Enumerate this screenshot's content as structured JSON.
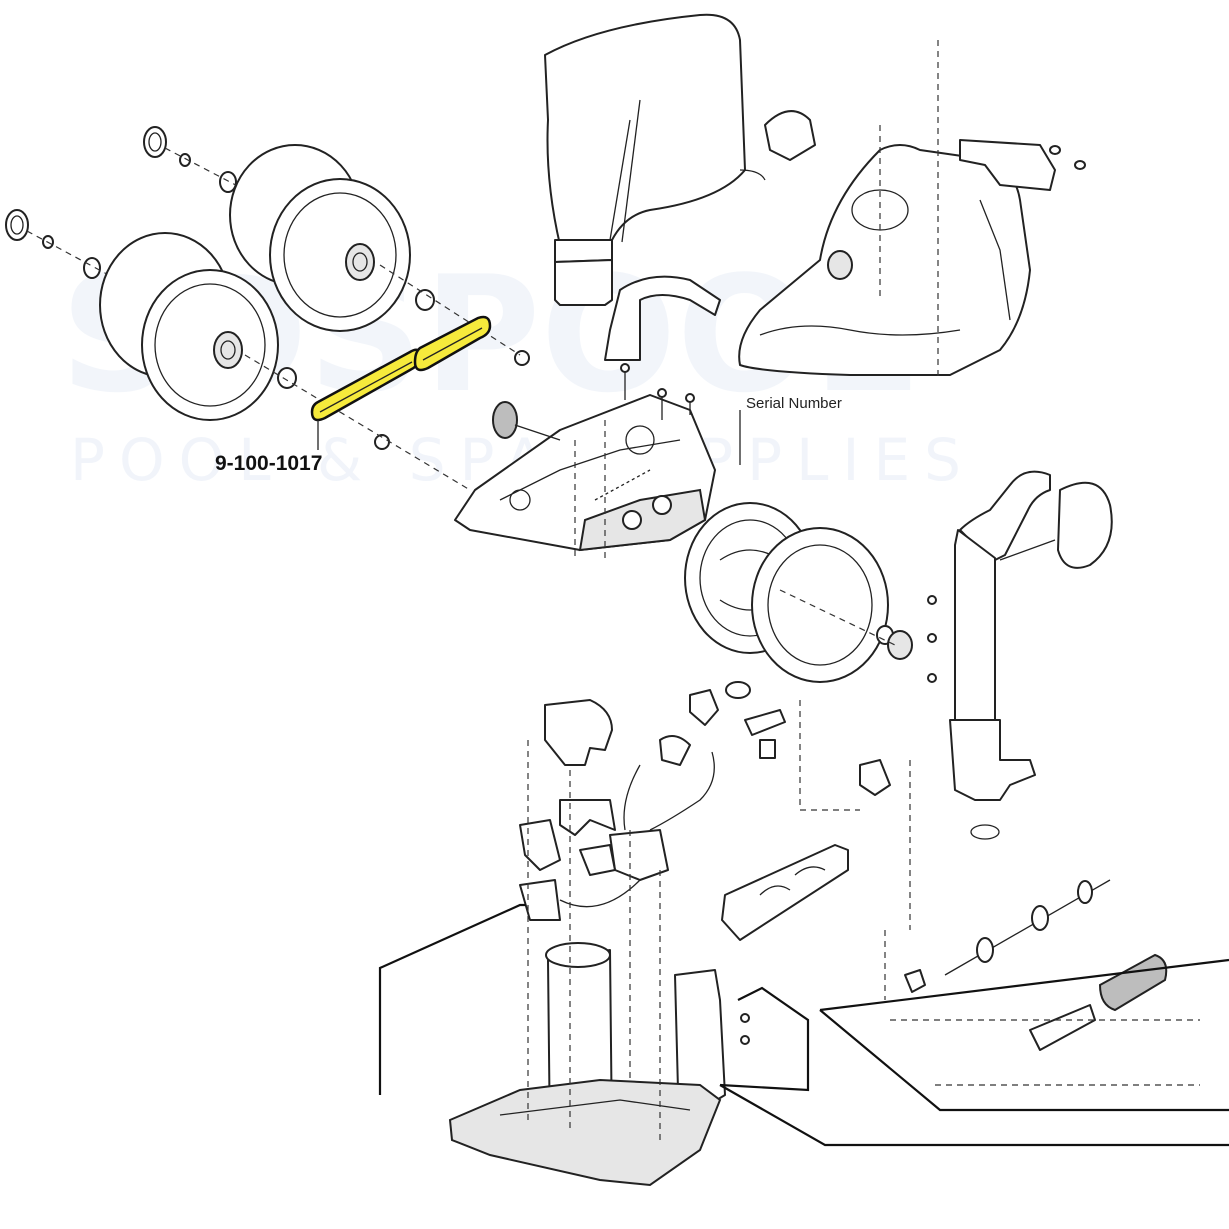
{
  "watermark": {
    "logo_text": "SDSPOOL",
    "subtitle": "POOL & SPA SUPPLIES"
  },
  "callouts": {
    "part_number": "9-100-1017",
    "serial_number": "Serial Number"
  },
  "colors": {
    "highlight": "#f6ea3c",
    "line": "#222222",
    "watermark": "#e8eef7"
  }
}
